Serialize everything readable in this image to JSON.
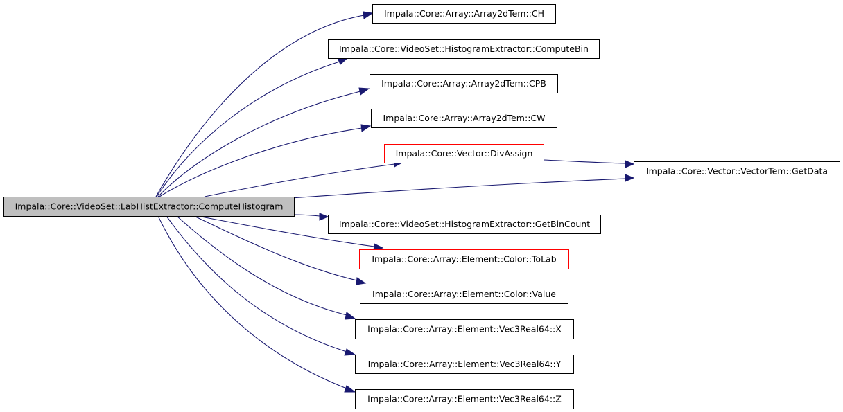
{
  "graph": {
    "root": "Impala::Core::VideoSet::LabHistExtractor::ComputeHistogram",
    "nodes": [
      {
        "id": "root",
        "label": "Impala::Core::VideoSet::LabHistExtractor::ComputeHistogram",
        "style": "root"
      },
      {
        "id": "ch",
        "label": "Impala::Core::Array::Array2dTem::CH",
        "style": "normal"
      },
      {
        "id": "computebin",
        "label": "Impala::Core::VideoSet::HistogramExtractor::ComputeBin",
        "style": "normal"
      },
      {
        "id": "cpb",
        "label": "Impala::Core::Array::Array2dTem::CPB",
        "style": "normal"
      },
      {
        "id": "cw",
        "label": "Impala::Core::Array::Array2dTem::CW",
        "style": "normal"
      },
      {
        "id": "divassign",
        "label": "Impala::Core::Vector::DivAssign",
        "style": "red"
      },
      {
        "id": "getdata",
        "label": "Impala::Core::Vector::VectorTem::GetData",
        "style": "normal"
      },
      {
        "id": "getbincount",
        "label": "Impala::Core::VideoSet::HistogramExtractor::GetBinCount",
        "style": "normal"
      },
      {
        "id": "tolab",
        "label": "Impala::Core::Array::Element::Color::ToLab",
        "style": "red"
      },
      {
        "id": "value",
        "label": "Impala::Core::Array::Element::Color::Value",
        "style": "normal"
      },
      {
        "id": "x",
        "label": "Impala::Core::Array::Element::Vec3Real64::X",
        "style": "normal"
      },
      {
        "id": "y",
        "label": "Impala::Core::Array::Element::Vec3Real64::Y",
        "style": "normal"
      },
      {
        "id": "z",
        "label": "Impala::Core::Array::Element::Vec3Real64::Z",
        "style": "normal"
      }
    ],
    "edges": [
      {
        "from": "root",
        "to": "ch"
      },
      {
        "from": "root",
        "to": "computebin"
      },
      {
        "from": "root",
        "to": "cpb"
      },
      {
        "from": "root",
        "to": "cw"
      },
      {
        "from": "root",
        "to": "divassign"
      },
      {
        "from": "root",
        "to": "getdata"
      },
      {
        "from": "divassign",
        "to": "getdata"
      },
      {
        "from": "root",
        "to": "getbincount"
      },
      {
        "from": "root",
        "to": "tolab"
      },
      {
        "from": "root",
        "to": "value"
      },
      {
        "from": "root",
        "to": "x"
      },
      {
        "from": "root",
        "to": "y"
      },
      {
        "from": "root",
        "to": "z"
      }
    ],
    "colors": {
      "edge": "#191970",
      "root_fill": "#bfbfbf",
      "node_border": "#000000",
      "truncated_border": "#ff0000"
    }
  }
}
